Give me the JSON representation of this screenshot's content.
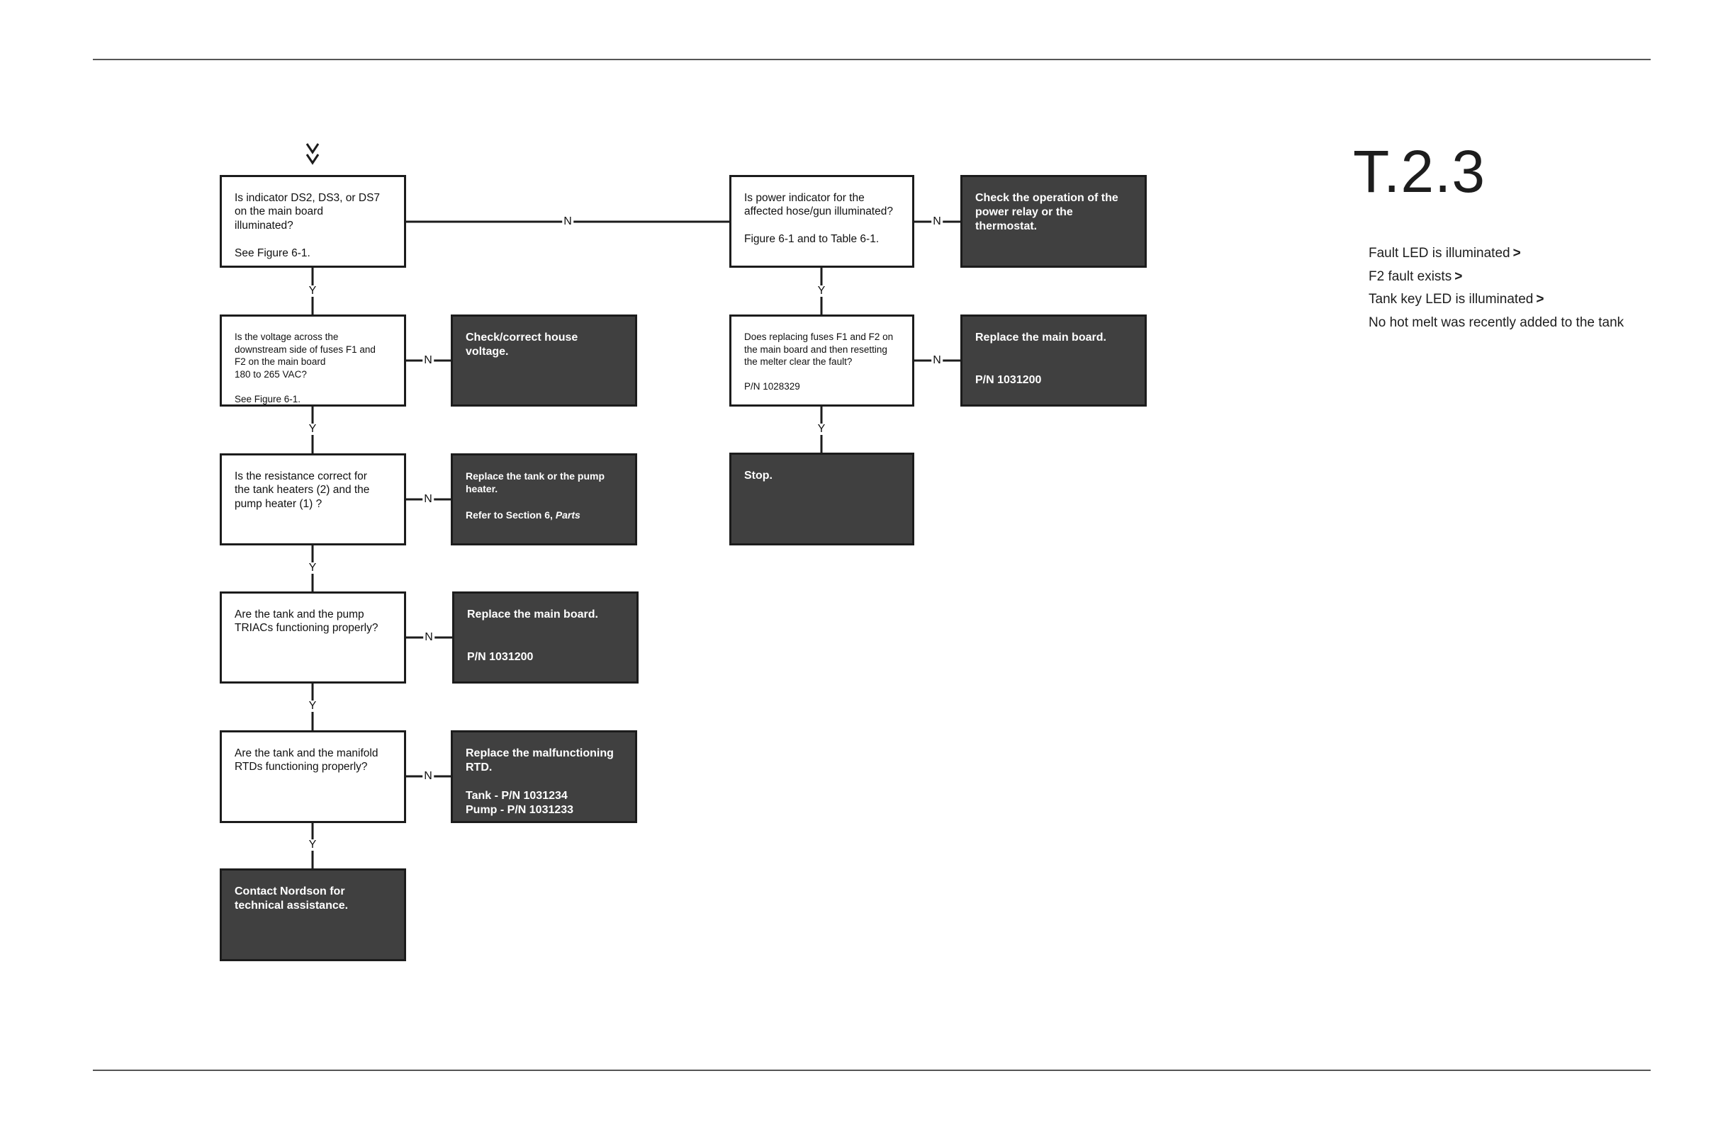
{
  "title": "T.2.3",
  "conditions": [
    {
      "text": "Fault LED is illuminated",
      "marker": ">"
    },
    {
      "text": "F2 fault exists",
      "marker": ">"
    },
    {
      "text": "Tank key LED is illuminated",
      "marker": ">"
    },
    {
      "text": "No hot melt was recently added to the tank",
      "marker": ""
    }
  ],
  "yes_label": "Y",
  "no_label": "N",
  "questions": {
    "q1": "Is indicator DS2, DS3, or DS7\non the main board\nilluminated?\n\nSee Figure 6-1.",
    "q2": "Is the voltage across the\ndownstream side of fuses F1 and\nF2 on the main board\n180 to 265 VAC?\n\nSee Figure 6-1.",
    "q3": "Is the resistance correct for\nthe tank heaters (2) and the\npump heater (1) ?",
    "q4": "Are the tank and the pump\nTRIACs functioning properly?",
    "q5": "Are the tank and the manifold\nRTDs functioning properly?",
    "q6": "Is power indicator for the\naffected hose/gun illuminated?\n\nFigure 6-1 and to Table 6-1.",
    "q7": "Does replacing fuses F1 and F2 on\nthe main board and then resetting\nthe melter clear the fault?\n\nP/N 1028329"
  },
  "actions": {
    "a_contact": "Contact Nordson for\ntechnical assistance.",
    "a_house": "Check/correct house\nvoltage.",
    "a_tank_heater": "Replace the tank or the pump\nheater.\n\nRefer to Section 6, ",
    "a_tank_heater_ref": "Parts",
    "a_board1": "Replace the main board.\n\n\nP/N 1031200",
    "a_rtd": "Replace the malfunctioning\nRTD.\n\nTank - P/N 1031234\nPump - P/N 1031233",
    "a_relay": "Check the operation of the\npower relay or the\nthermostat.",
    "a_board2": "Replace the main board.\n\n\nP/N 1031200",
    "a_stop": "Stop."
  },
  "colors": {
    "action_fill": "#404040",
    "line": "#1c1c1c"
  }
}
